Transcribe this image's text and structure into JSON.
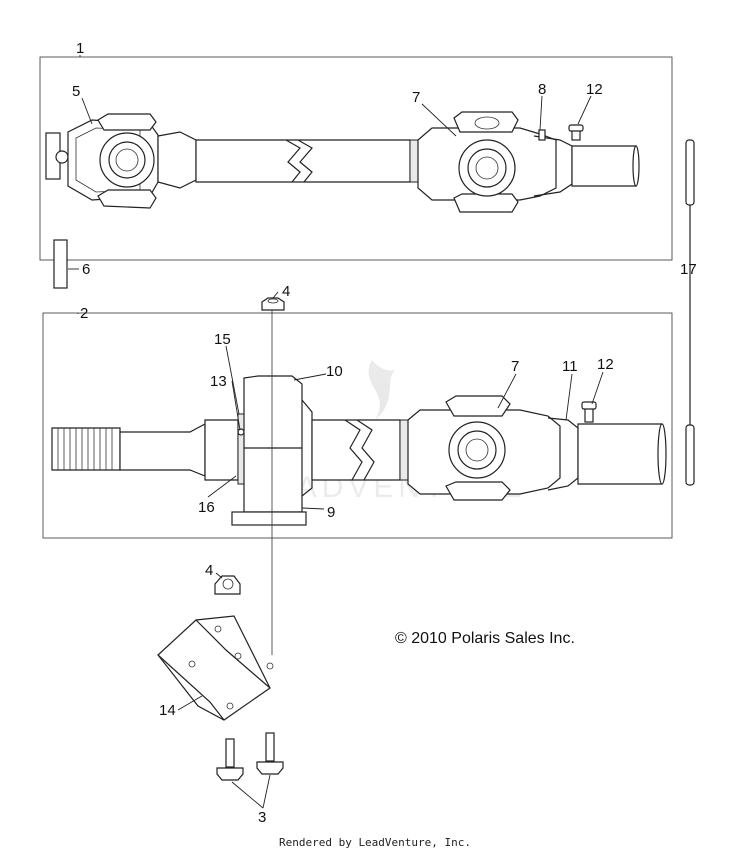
{
  "callouts": {
    "c1": "1",
    "c2": "2",
    "c3": "3",
    "c4a": "4",
    "c4b": "4",
    "c5": "5",
    "c6": "6",
    "c7a": "7",
    "c7b": "7",
    "c8": "8",
    "c9": "9",
    "c10": "10",
    "c11": "11",
    "c12a": "12",
    "c12b": "12",
    "c13": "13",
    "c14": "14",
    "c15": "15",
    "c16": "16",
    "c17": "17"
  },
  "copyright": "© 2010 Polaris Sales Inc.",
  "watermark": "LEADVENTURE",
  "footer": "Rendered by LeadVenture, Inc."
}
